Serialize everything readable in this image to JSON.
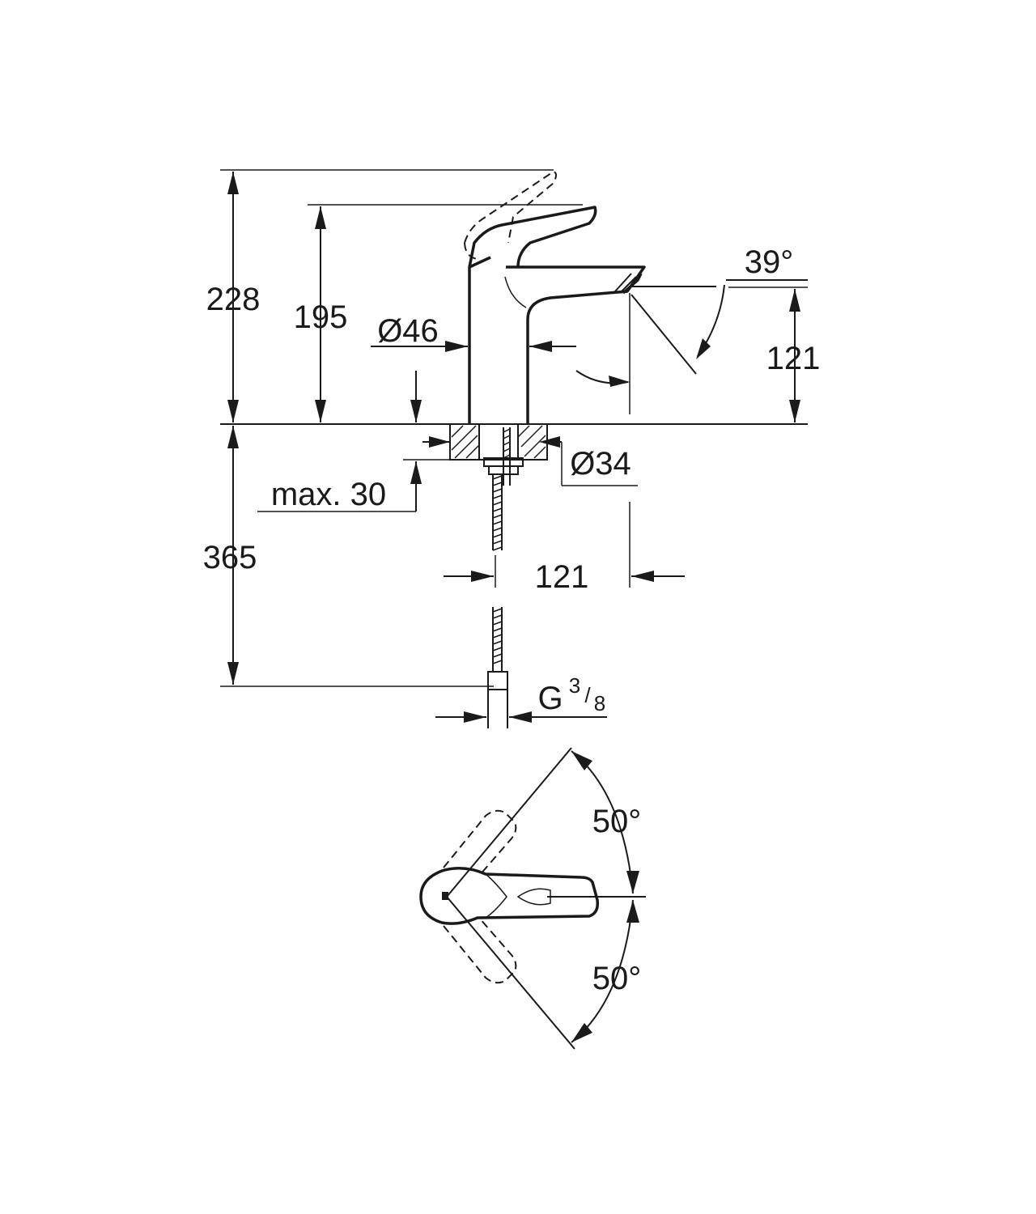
{
  "side_view": {
    "total_height": "228",
    "spout_height": "195",
    "body_diameter": "Ø46",
    "spout_angle": "39°",
    "outlet_height": "121",
    "hole_diameter": "Ø34",
    "max_deck_thickness": "max. 30",
    "hose_length": "365",
    "spout_reach": "121",
    "connection_prefix": "G",
    "connection_numerator": "3",
    "connection_denominator": "8"
  },
  "top_view": {
    "rotation_left": "50°",
    "rotation_right": "50°"
  }
}
